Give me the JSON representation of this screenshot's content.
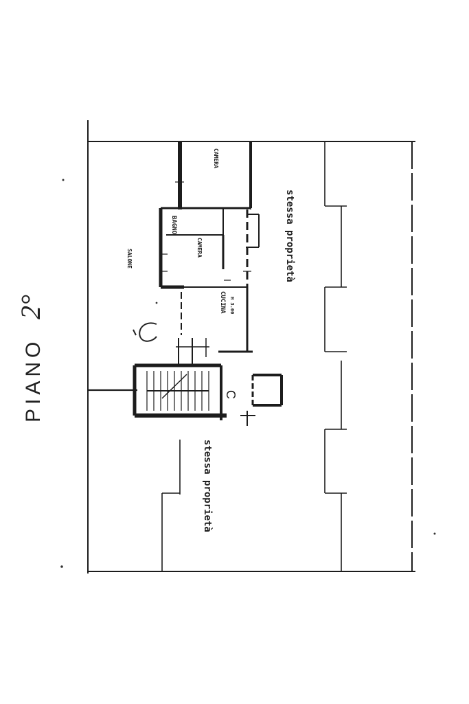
{
  "floor_title": "PIANO",
  "floor_number": "2°",
  "rooms": {
    "salone": "SALONE",
    "camera_1": "CAMERA",
    "bagno": "BAGNO",
    "camera_2": "CAMERA",
    "cucina": "CUCINA",
    "cucina_sub": "H 3.00",
    "stair_mark": "C",
    "neighbor_right": "stessa proprietà",
    "neighbor_left": "stessa proprietà"
  },
  "colors": {
    "ink": "#1c1c1c",
    "paper": "#ffffff"
  }
}
